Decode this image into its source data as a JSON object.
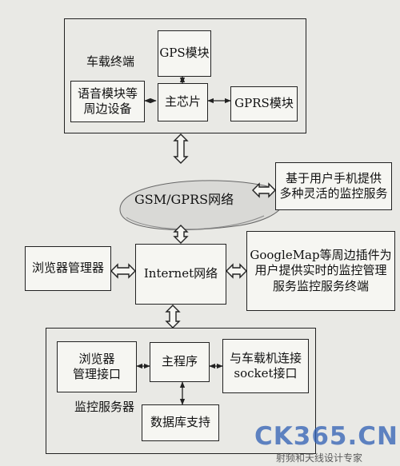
{
  "diagram": {
    "vehicle_terminal_label": "车载终端",
    "gps_module": "GPS模块",
    "main_chip": "主芯片",
    "voice_module": "语音模块等\n周边设备",
    "gprs_module": "GPRS模块",
    "gsm_network": "GSM/GPRS网络",
    "mobile_service": "基于用户手机提供\n多种灵活的监控服务",
    "browser_manager": "浏览器管理器",
    "internet": "Internet网络",
    "googlemap_service": "GoogleMap等周边插件为\n用户提供实时的监控管理\n服务监控服务终端",
    "browser_interface": "浏览器\n管理接口",
    "main_program": "主程序",
    "socket_interface": "与车载机连接\nsocket接口",
    "monitor_server_label": "监控服务器",
    "database": "数据库支持"
  },
  "watermark": {
    "logo": "CK365.CN",
    "tagline": "射频和天线设计专家"
  },
  "colors": {
    "ink": "#222222",
    "watermark": "#2f5fb4"
  }
}
